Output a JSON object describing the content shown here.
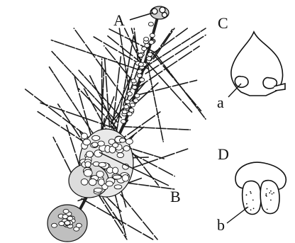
{
  "labels": {
    "A": "A",
    "B": "B",
    "C": "C",
    "D": "D",
    "a": "a",
    "b": "b"
  },
  "colors": {
    "ink": "#111111",
    "background": "#ffffff"
  }
}
